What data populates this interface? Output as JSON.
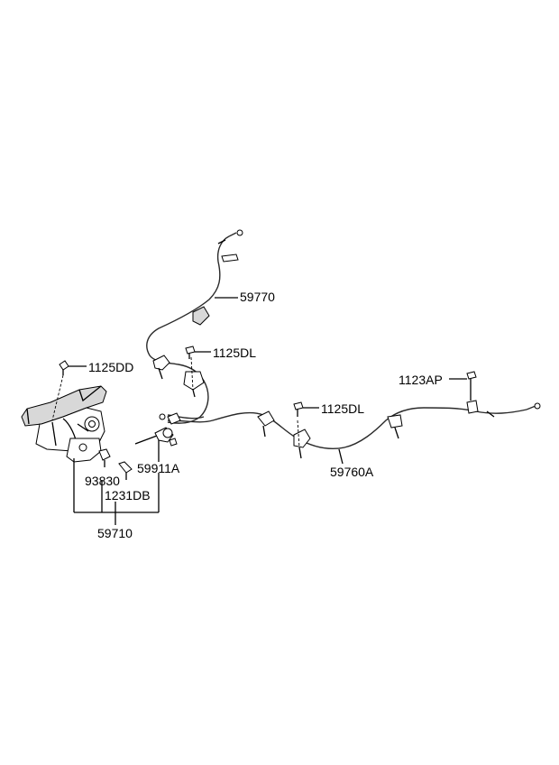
{
  "labels": {
    "p59770": "59770",
    "p1125dl_top": "1125DL",
    "p1125dd": "1125DD",
    "p1123ap": "1123AP",
    "p1125dl_mid": "1125DL",
    "p59911a": "59911A",
    "p59760a": "59760A",
    "p93830": "93830",
    "p1231db": "1231DB",
    "p59710": "59710"
  }
}
